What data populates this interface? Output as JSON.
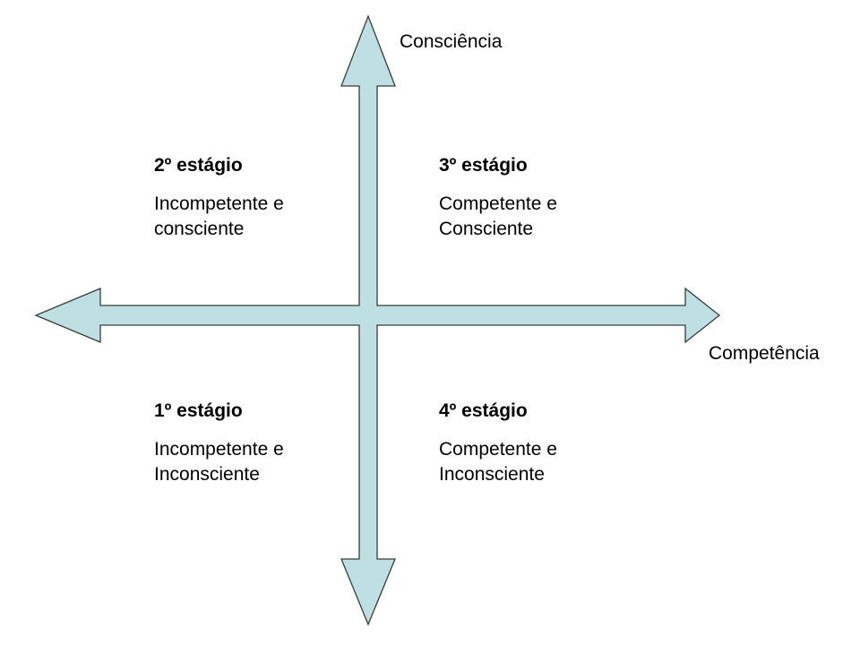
{
  "axes": {
    "vertical_label": "Consciência",
    "horizontal_label": "Competência",
    "arrow_fill": "#bfe0e2",
    "arrow_stroke": "#3a3a3a"
  },
  "quadrants": {
    "top_left": {
      "stage": "2º estágio",
      "line1": "Incompetente e",
      "line2": "consciente"
    },
    "top_right": {
      "stage": "3º estágio",
      "line1": "Competente e",
      "line2": "Consciente"
    },
    "bottom_left": {
      "stage": "1º estágio",
      "line1": "Incompetente e",
      "line2": "Inconsciente"
    },
    "bottom_right": {
      "stage": "4º estágio",
      "line1": "Competente e",
      "line2": "Inconsciente"
    }
  }
}
